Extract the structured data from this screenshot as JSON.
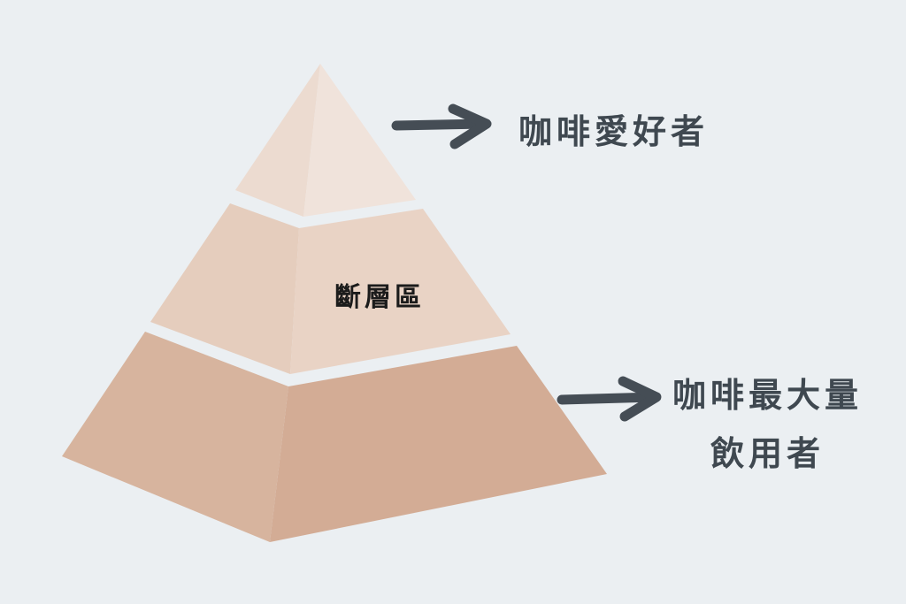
{
  "diagram": {
    "tiers": [
      {
        "id": "top",
        "label": "",
        "colors": {
          "left": "#ecdbd0",
          "right": "#f0e3db"
        }
      },
      {
        "id": "middle",
        "label": "斷層區",
        "colors": {
          "left": "#e5cdbd",
          "right": "#e9d3c5"
        }
      },
      {
        "id": "bottom",
        "label": "",
        "colors": {
          "left": "#d7b49e",
          "right": "#d3ac95"
        }
      }
    ],
    "annotations": {
      "top": "咖啡愛好者",
      "bottom_line1": "咖啡最大量",
      "bottom_line2": "飲用者"
    },
    "colors": {
      "background": "#ebeff2",
      "arrow": "#454d55",
      "annotation_text": "#3f4850",
      "middle_text": "#1b1b1b"
    }
  }
}
